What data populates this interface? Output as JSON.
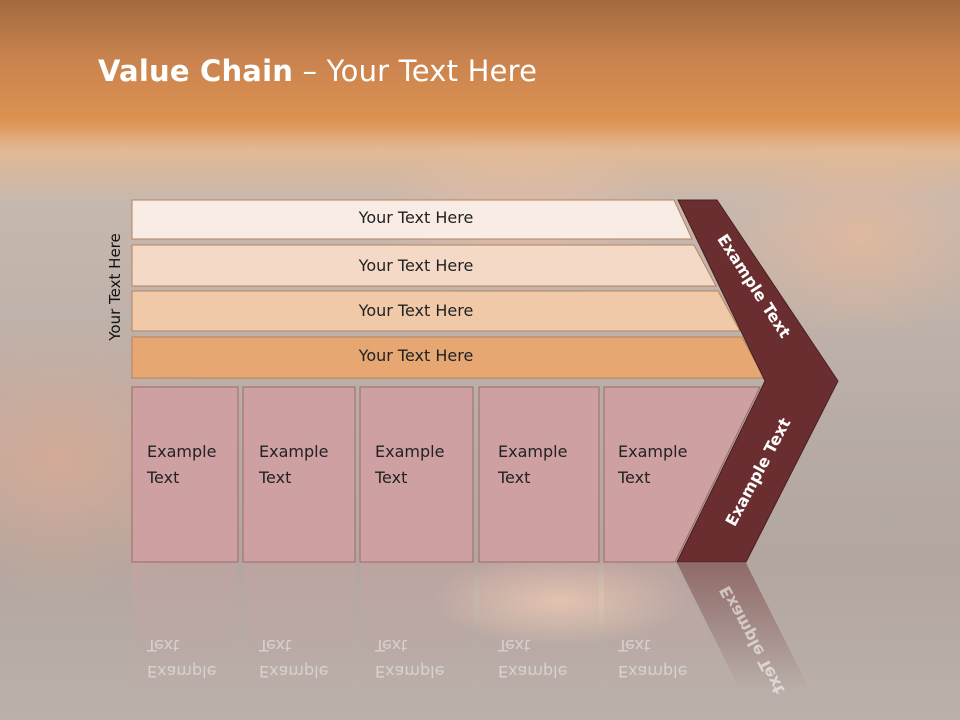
{
  "slide": {
    "title_bold": "Value Chain",
    "title_rest": " – Your Text Here",
    "side_label": "Your Text Here"
  },
  "bars": [
    {
      "label": "Your Text Here",
      "color": "#f8ece4"
    },
    {
      "label": "Your Text Here",
      "color": "#f4dac6"
    },
    {
      "label": "Your Text Here",
      "color": "#f0caa8"
    },
    {
      "label": "Your Text Here",
      "color": "#e6a772"
    }
  ],
  "boxes": [
    {
      "line1": "Example",
      "line2": "Text"
    },
    {
      "line1": "Example",
      "line2": "Text"
    },
    {
      "line1": "Example",
      "line2": "Text"
    },
    {
      "line1": "Example",
      "line2": "Text"
    },
    {
      "line1": "Example",
      "line2": "Text"
    }
  ],
  "arrow": {
    "upper_label": "Example Text",
    "lower_label": "Example Text",
    "color": "#6b2e30"
  },
  "colors": {
    "box_fill": "#cfa0a2",
    "box_border": "#9a6a68",
    "bar_border": "#b4835f"
  }
}
